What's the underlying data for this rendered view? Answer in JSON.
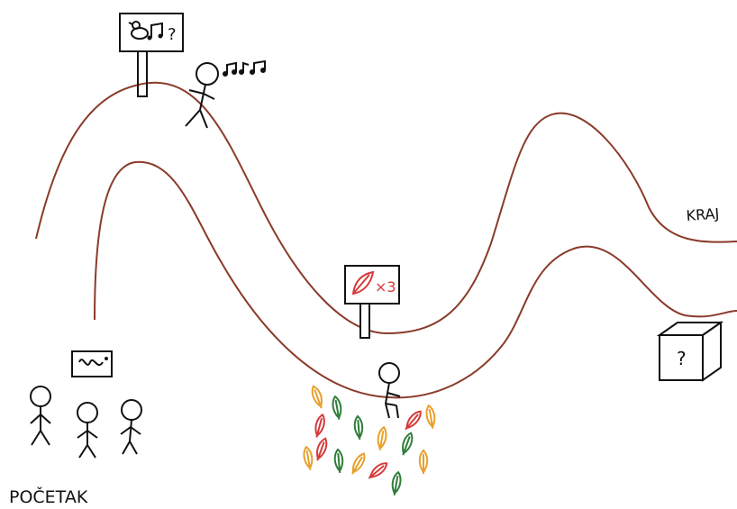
{
  "labels": {
    "start": "POČETAK",
    "end": "KRAJ",
    "leaf_multiplier": "×3",
    "mystery_box": "?",
    "music_sign_question": "?"
  },
  "colors": {
    "path": "#8a3b2a",
    "ink": "#111111",
    "leaf_red": "#d63a3a",
    "leaf_orange": "#e8a02a",
    "leaf_green": "#2e7d3a"
  },
  "icons": [
    "bird-icon",
    "music-note-icon",
    "wavy-line-icon",
    "leaf-icon",
    "question-box-icon"
  ]
}
